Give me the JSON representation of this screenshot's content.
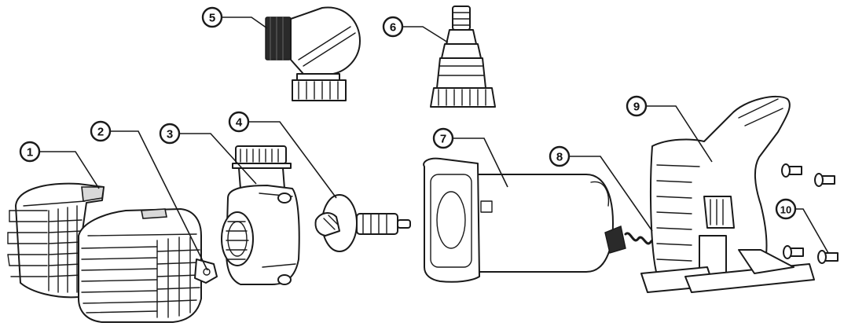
{
  "callouts": [
    {
      "id": "1",
      "label": "1"
    },
    {
      "id": "2",
      "label": "2"
    },
    {
      "id": "3",
      "label": "3"
    },
    {
      "id": "4",
      "label": "4"
    },
    {
      "id": "5",
      "label": "5"
    },
    {
      "id": "6",
      "label": "6"
    },
    {
      "id": "7",
      "label": "7"
    },
    {
      "id": "8",
      "label": "8"
    },
    {
      "id": "9",
      "label": "9"
    },
    {
      "id": "10",
      "label": "10"
    }
  ],
  "colors": {
    "line": "#1a1a1a",
    "background": "#ffffff",
    "shade": "#d9d9d9"
  }
}
